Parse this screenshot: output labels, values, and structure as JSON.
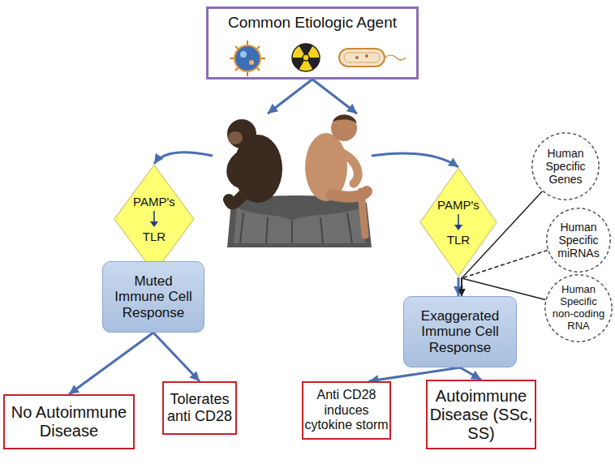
{
  "diagram": {
    "nodes": [
      {
        "text": [
          "Common Etiologic Agent"
        ]
      },
      {
        "text": [
          "PAMP's",
          "TLR"
        ]
      },
      {
        "text": [
          "PAMP's",
          "TLR"
        ]
      },
      {
        "text": [
          "Human Specific Genes"
        ]
      },
      {
        "text": [
          "Human Specific miRNAs"
        ]
      },
      {
        "text": [
          "Human Specific non-coding RNA"
        ]
      },
      {
        "text": [
          "Muted Immune Cell Response"
        ]
      },
      {
        "text": [
          "Exaggerated Immune Cell Response"
        ]
      },
      {
        "text": [
          "No Autoimmune Disease"
        ]
      },
      {
        "text": [
          "Tolerates anti CD28"
        ]
      },
      {
        "text": [
          "Anti CD28 induces cytokine storm"
        ]
      },
      {
        "text": [
          "Autoimmune Disease (SSc, SS)"
        ]
      }
    ],
    "edges": [
      {
        "from": 0,
        "to": 1,
        "arrow": "to"
      },
      {
        "from": 0,
        "to": 2,
        "arrow": "to"
      },
      {
        "from": 1,
        "to": 6,
        "arrow": "to"
      },
      {
        "from": 2,
        "to": 7,
        "arrow": "to"
      },
      {
        "from": 3,
        "to": 7,
        "arrow": "to"
      },
      {
        "from": 4,
        "to": 7,
        "arrow": "to"
      },
      {
        "from": 5,
        "to": 7,
        "arrow": "to"
      },
      {
        "from": 6,
        "to": 8,
        "arrow": "to"
      },
      {
        "from": 6,
        "to": 9,
        "arrow": "to"
      },
      {
        "from": 7,
        "to": 10,
        "arrow": "to"
      },
      {
        "from": 7,
        "to": 11,
        "arrow": "to"
      }
    ]
  }
}
